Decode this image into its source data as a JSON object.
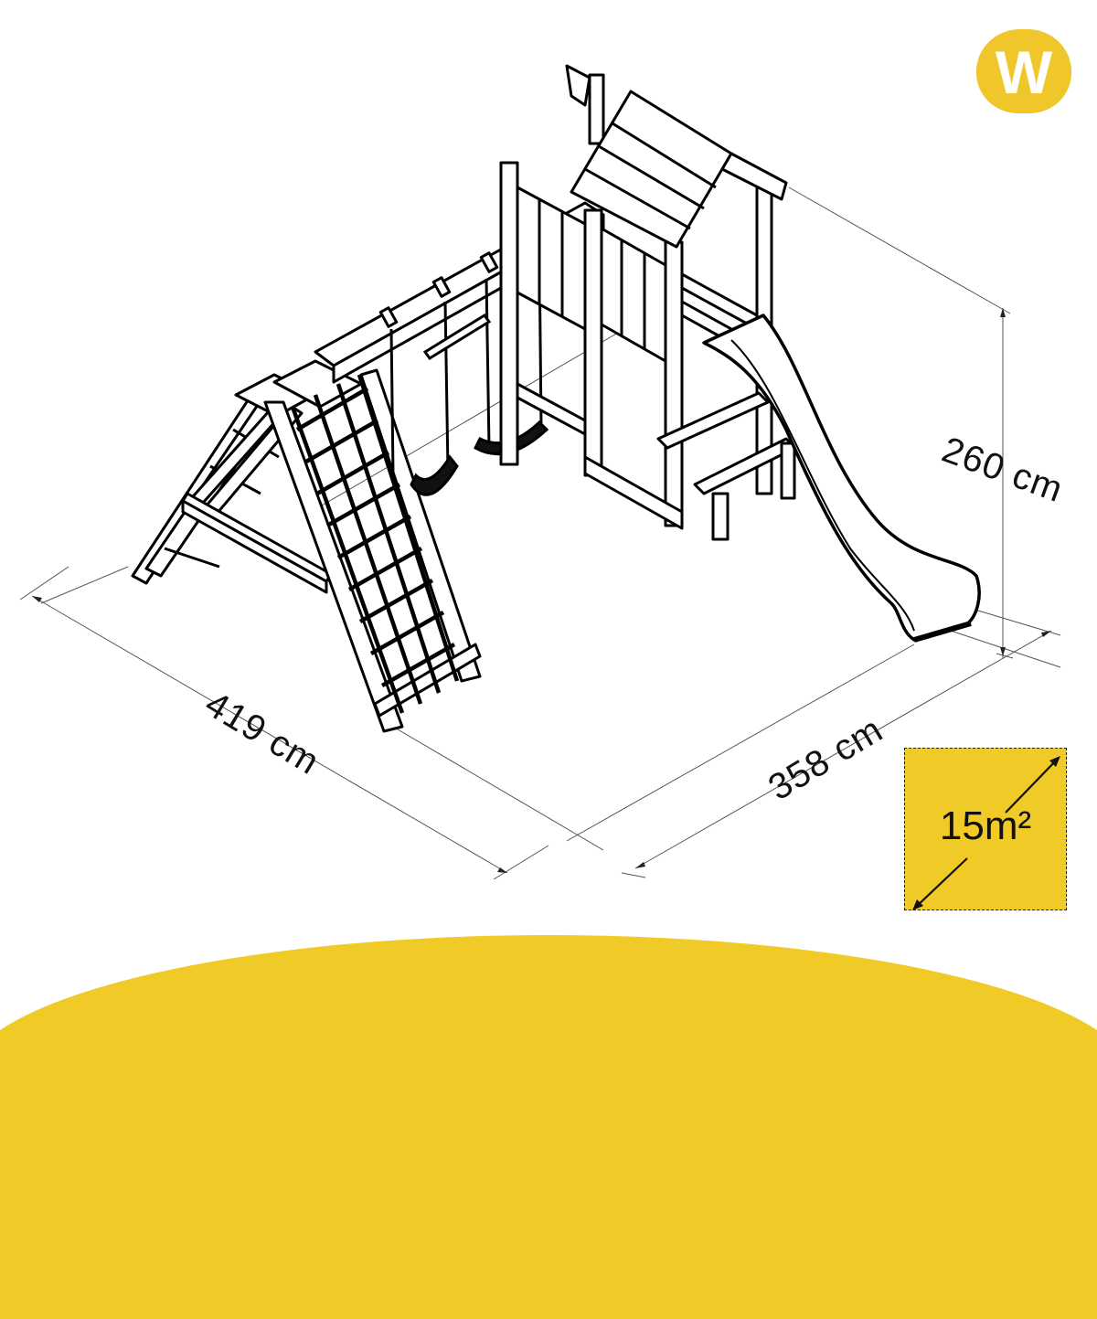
{
  "logo": {
    "letter": "W",
    "color": "#efc72a",
    "text_color": "#ffffff"
  },
  "product": {
    "description": "Isometric line drawing of wooden playset: climbing frame with rope net and ladder, swing beam with two swings, play tower with roof, side panels and wave slide"
  },
  "dimensions": {
    "length": {
      "label": "419 cm",
      "value": 419,
      "unit": "cm"
    },
    "width": {
      "label": "358 cm",
      "value": 358,
      "unit": "cm"
    },
    "height": {
      "label": "260 cm",
      "value": 260,
      "unit": "cm"
    }
  },
  "area_badge": {
    "label": "15m²",
    "value": 15,
    "unit": "m²",
    "background": "#f0cb28"
  },
  "footer": {
    "arch_color": "#f0cb28"
  },
  "colors": {
    "line": "#000000",
    "dimension_line": "#555555",
    "background": "#ffffff"
  }
}
